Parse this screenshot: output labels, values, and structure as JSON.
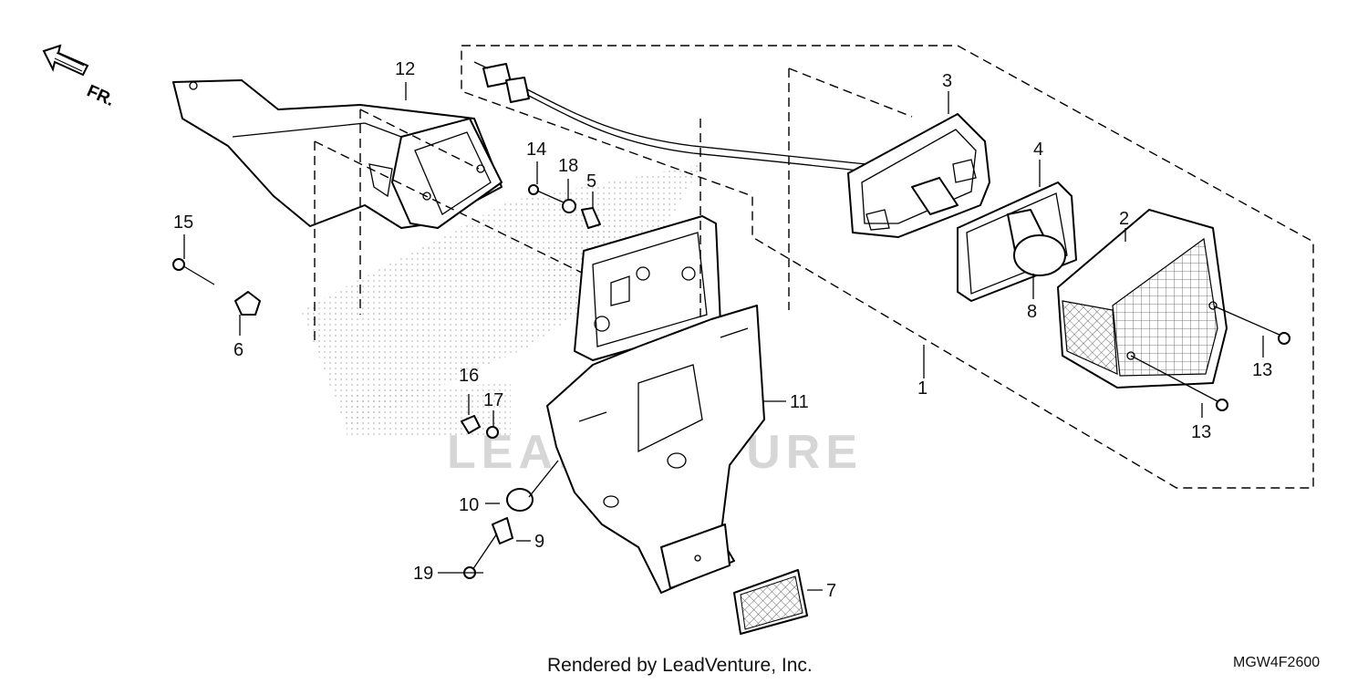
{
  "front_marker": "FR.",
  "callouts": [
    {
      "num": "1"
    },
    {
      "num": "2"
    },
    {
      "num": "3"
    },
    {
      "num": "4"
    },
    {
      "num": "5"
    },
    {
      "num": "6"
    },
    {
      "num": "7"
    },
    {
      "num": "8"
    },
    {
      "num": "9"
    },
    {
      "num": "10"
    },
    {
      "num": "11"
    },
    {
      "num": "12"
    },
    {
      "num": "13"
    },
    {
      "num": "13"
    },
    {
      "num": "14"
    },
    {
      "num": "15"
    },
    {
      "num": "16"
    },
    {
      "num": "17"
    },
    {
      "num": "18"
    },
    {
      "num": "19"
    }
  ],
  "watermark": "LEADVENTURE",
  "footer": {
    "credit": "Rendered by LeadVenture, Inc.",
    "code": "MGW4F2600"
  }
}
